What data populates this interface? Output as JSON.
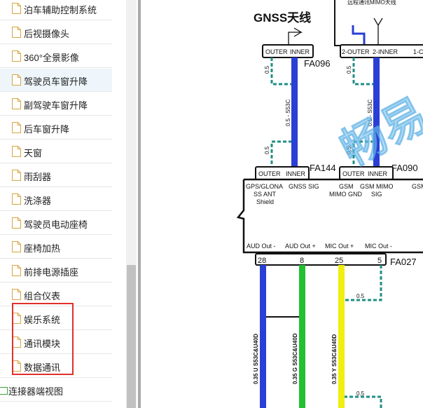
{
  "sidebar": {
    "items": [
      {
        "label": "泊车辅助控制系统"
      },
      {
        "label": "后视摄像头"
      },
      {
        "label": "360°全景影像"
      },
      {
        "label": "驾驶员车窗升降"
      },
      {
        "label": "副驾驶车窗升降"
      },
      {
        "label": "后车窗升降"
      },
      {
        "label": "天窗"
      },
      {
        "label": "雨刮器"
      },
      {
        "label": "洗涤器"
      },
      {
        "label": "驾驶员电动座椅"
      },
      {
        "label": "座椅加热"
      },
      {
        "label": "前排电源插座"
      },
      {
        "label": "组合仪表"
      },
      {
        "label": "娱乐系统"
      },
      {
        "label": "通讯模块"
      },
      {
        "label": "数据通讯"
      },
      {
        "label": "连接器端视图"
      }
    ]
  },
  "diagram": {
    "title": "GNSS天线",
    "top_box_text": "远程通讯MIMO天线",
    "conn_top_left": {
      "left": "OUTER",
      "right": "INNER"
    },
    "conn_top_right": {
      "left": "2-OUTER",
      "right": "2-INNER",
      "extra": "1-C"
    },
    "fa096": "FA096",
    "fa144": "FA144",
    "fa090": "FA090",
    "fa027": "FA027",
    "conn_mid_left": {
      "left": "OUTER",
      "right": "INNER"
    },
    "conn_mid_right": {
      "left": "OUTER",
      "right": "INNER"
    },
    "wire_blue_label": "0.5 - S53C",
    "wire_dash_label": "0.5",
    "pins_left": {
      "p1": "GPS/GLONA",
      "p2": "SS ANT",
      "p3": "Shield",
      "p4": "GNSS SIG"
    },
    "pins_right": {
      "p1": "GSM",
      "p2": "MIMO GND",
      "p3": "GSM MIMO",
      "p4": "SIG",
      "p5": "GSM"
    },
    "outputs": [
      "AUD Out -",
      "AUD Out +",
      "MIC Out +",
      "MIC Out -"
    ],
    "pin_numbers": [
      "28",
      "8",
      "25",
      "5"
    ],
    "bottom_wires": [
      "0.35 U S53C&U40D",
      "0.35 G S53C&U40D",
      "0.35 Y S53C&U40D"
    ],
    "watermark": "畅易",
    "colors": {
      "blue": "#2a3fd6",
      "green": "#22c032",
      "yellow": "#f0ef10",
      "teal": "#1f8f86",
      "highlight": "#e0302b"
    }
  }
}
